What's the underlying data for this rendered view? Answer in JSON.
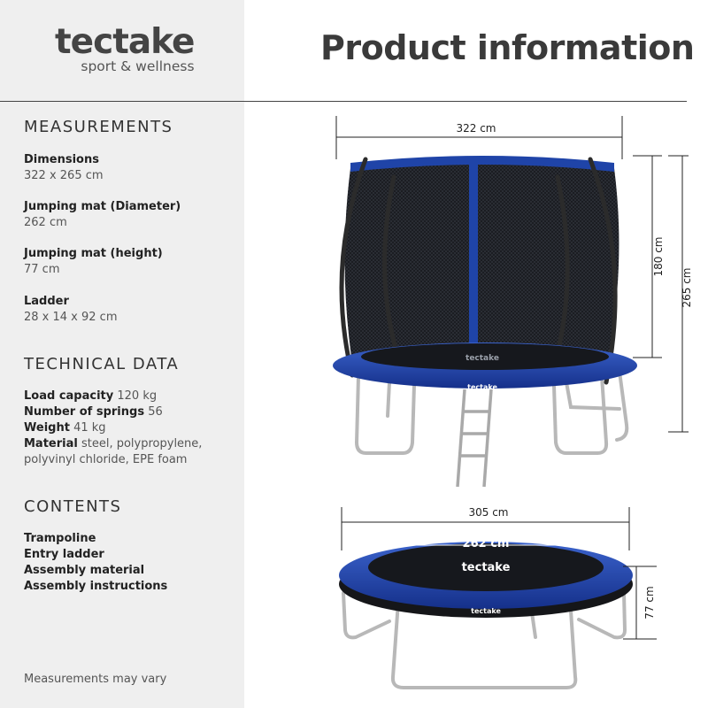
{
  "brand": {
    "name": "tectake",
    "tagline": "sport & wellness"
  },
  "title": "Product information",
  "measurements": {
    "heading": "MEASUREMENTS",
    "items": [
      {
        "label": "Dimensions",
        "value": "322 x 265 cm"
      },
      {
        "label": "Jumping mat (Diameter)",
        "value": "262 cm"
      },
      {
        "label": "Jumping mat (height)",
        "value": "77 cm"
      },
      {
        "label": "Ladder",
        "value": "28 x 14 x 92 cm"
      }
    ]
  },
  "technical": {
    "heading": "TECHNICAL DATA",
    "items": [
      {
        "label": "Load capacity",
        "value": "120 kg"
      },
      {
        "label": "Number of springs",
        "value": "56"
      },
      {
        "label": "Weight",
        "value": "41 kg"
      },
      {
        "label": "Material",
        "value": "steel, polypropylene,",
        "value2": "polyvinyl chloride, EPE foam"
      }
    ]
  },
  "contents": {
    "heading": "CONTENTS",
    "items": [
      "Trampoline",
      "Entry ladder",
      "Assembly material",
      "Assembly instructions"
    ]
  },
  "note": "Measurements may vary",
  "dims": {
    "top_width": "322 cm",
    "net_height": "180 cm",
    "total_height": "265 cm",
    "bottom_width": "305 cm",
    "mat_diameter": "262 cm",
    "frame_height": "77 cm",
    "logo_text": "tectake"
  },
  "colors": {
    "pad_blue": "#1f44a8",
    "net": "#1b1d22",
    "frame": "#b8b8b8",
    "sidebar": "#efefef"
  }
}
